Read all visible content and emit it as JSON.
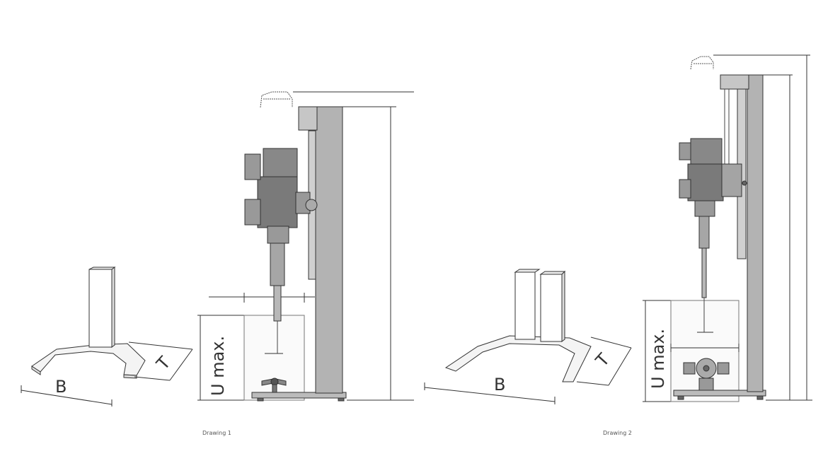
{
  "drawing1": {
    "caption": "Drawing 1",
    "base_width_label": "B",
    "base_depth_label": "T",
    "usable_height_label": "U max."
  },
  "drawing2": {
    "caption": "Drawing 2",
    "base_width_label": "B",
    "base_depth_label": "T",
    "usable_height_label": "U max."
  }
}
